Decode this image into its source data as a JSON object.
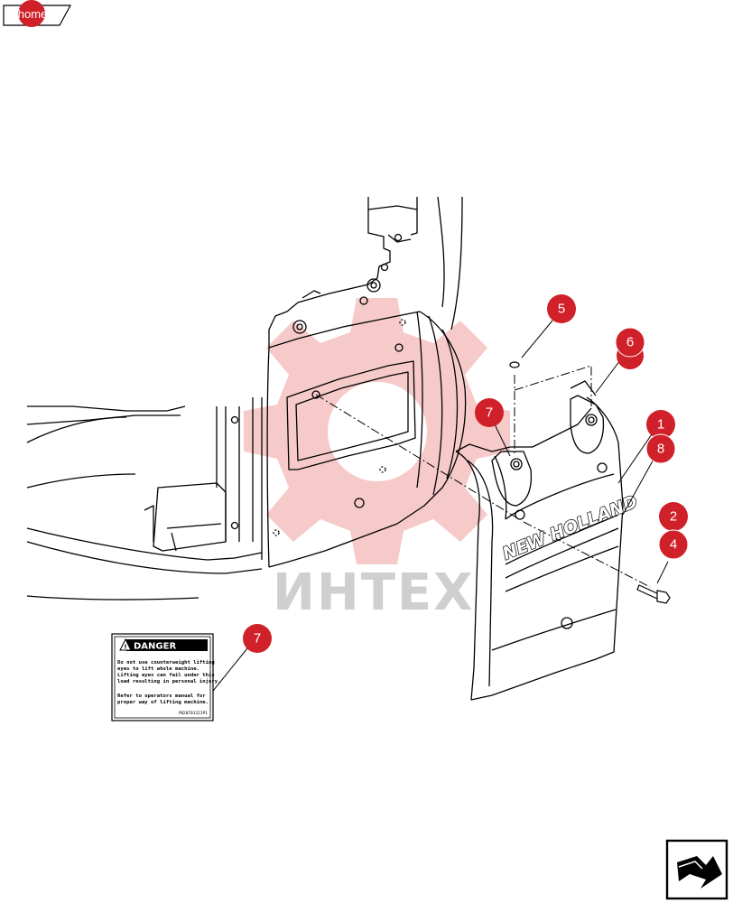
{
  "nav": {
    "home_label": "home"
  },
  "watermark": {
    "text": "ИНТЕХ",
    "gear_color": "#f6c1c1",
    "text_color": "#cfcfcf"
  },
  "brand": {
    "text": "NEW HOLLAND"
  },
  "callouts": [
    {
      "id": "callout-5",
      "label": "5"
    },
    {
      "id": "callout-6",
      "label": "6"
    },
    {
      "id": "callout-7-top",
      "label": "7"
    },
    {
      "id": "callout-1",
      "label": "1"
    },
    {
      "id": "callout-8",
      "label": "8"
    },
    {
      "id": "callout-2",
      "label": "2"
    },
    {
      "id": "callout-4",
      "label": "4"
    },
    {
      "id": "callout-7-label",
      "label": "7"
    }
  ],
  "callout_color": "#d0202a",
  "danger_label": {
    "heading": "DANGER",
    "lines": [
      "Do not use counterweight lifting",
      "eyes to lift whole machine.",
      "Lifting eyes can fail under this",
      "load resulting in personal injury.",
      "",
      "Refer to operators manual for",
      "proper way of lifting machine."
    ],
    "code": "YN20T01221P1"
  },
  "next_arrow": {
    "icon": "next-page-arrow-icon"
  }
}
